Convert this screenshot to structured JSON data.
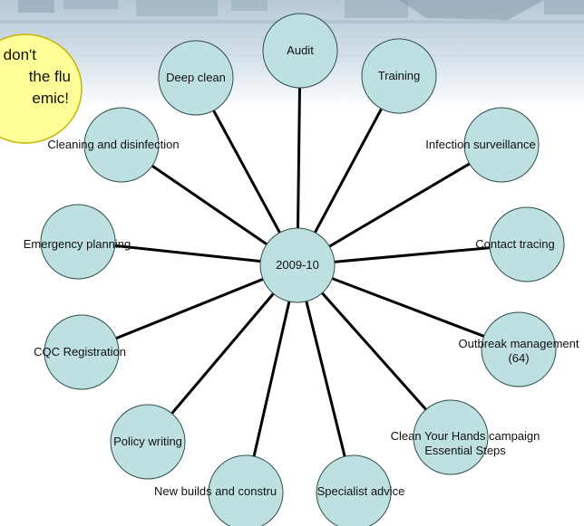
{
  "center": {
    "label": "2009-10"
  },
  "callout": {
    "lines": [
      "don't",
      "the flu",
      "emic!"
    ]
  },
  "spokes": [
    {
      "id": "audit",
      "lines": [
        "Audit"
      ]
    },
    {
      "id": "training",
      "lines": [
        "Training"
      ]
    },
    {
      "id": "infection-surveillance",
      "lines": [
        "Infection surveillance"
      ]
    },
    {
      "id": "contact-tracing",
      "lines": [
        "Contact tracing"
      ]
    },
    {
      "id": "outbreak-management",
      "lines": [
        "Outbreak management",
        "(64)"
      ]
    },
    {
      "id": "clean-your-hands",
      "lines": [
        "Clean Your Hands campaign",
        "Essential Steps"
      ]
    },
    {
      "id": "specialist-advice",
      "lines": [
        "Specialist advice"
      ]
    },
    {
      "id": "new-builds",
      "lines": [
        "New builds and constru"
      ]
    },
    {
      "id": "policy-writing",
      "lines": [
        "Policy writing"
      ]
    },
    {
      "id": "cqc-registration",
      "lines": [
        "CQC Registration"
      ]
    },
    {
      "id": "emergency-planning",
      "lines": [
        "Emergency planning"
      ]
    },
    {
      "id": "cleaning-disinfection",
      "lines": [
        "Cleaning and disinfection"
      ]
    },
    {
      "id": "deep-clean",
      "lines": [
        "Deep clean"
      ]
    }
  ],
  "colors": {
    "node_fill": "#bfe0e0",
    "node_stroke": "#2f4f4f",
    "line": "#000000",
    "callout_fill": "#ffff99",
    "callout_stroke": "#c8b400"
  }
}
